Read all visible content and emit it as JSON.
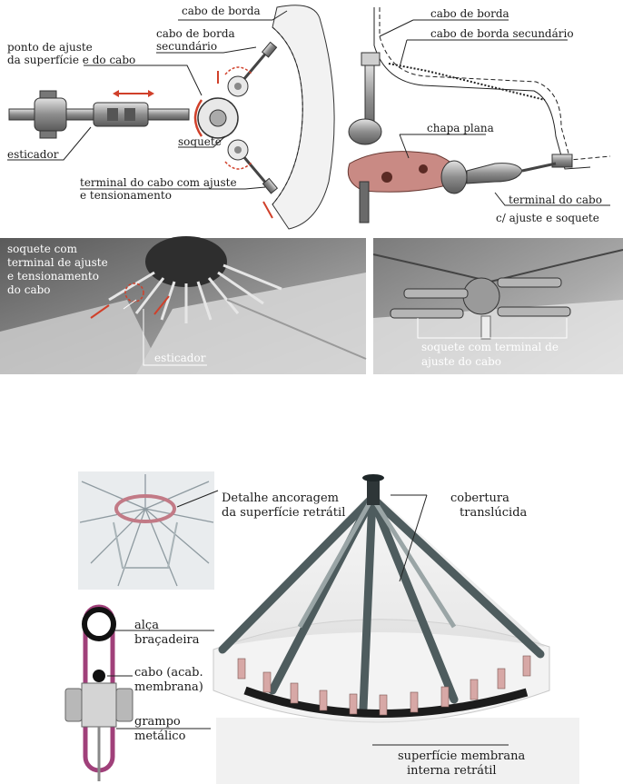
{
  "panel1": {
    "labels": {
      "cabo_borda": "cabo de borda",
      "cabo_borda_sec_1": "cabo de borda",
      "cabo_borda_sec_2": "secundário",
      "ponto_ajuste_1": "ponto de ajuste",
      "ponto_ajuste_2": "da superfície e do cabo",
      "esticador": "esticador",
      "soquete": "soquete",
      "terminal_1": "terminal do cabo com ajuste",
      "terminal_2": "e tensionamento"
    }
  },
  "panel2": {
    "labels": {
      "cabo_borda": "cabo de borda",
      "cabo_borda_sec": "cabo de borda secundário",
      "chapa": "chapa plana",
      "terminal_1": "terminal do cabo",
      "terminal_2": "c/ ajuste e soquete"
    }
  },
  "photo1": {
    "labels": {
      "soquete_1": "soquete com",
      "soquete_2": "terminal de ajuste",
      "soquete_3": "e tensionamento",
      "soquete_4": "do cabo",
      "esticador": "esticador"
    }
  },
  "photo2": {
    "labels": {
      "soquete_1": "soquete com terminal de",
      "soquete_2": "ajuste do cabo"
    }
  },
  "panel3": {
    "labels": {
      "detalhe_1": "Detalhe ancoragem",
      "detalhe_2": "da superfície retrátil",
      "cobertura_1": "cobertura",
      "cobertura_2": "translúcida",
      "alca_1": "alça",
      "alca_2": "braçadeira",
      "cabo_1": "cabo (acab.",
      "cabo_2": "membrana)",
      "grampo_1": "grampo",
      "grampo_2": "metálico",
      "superficie_1": "superfície membrana",
      "superficie_2": "interna retrátil"
    }
  },
  "colors": {
    "accent_red": "#d0402a",
    "plate_pink": "#c98a84",
    "strap_purple": "#a0407a",
    "photo_gray": "#6e6e6e"
  }
}
